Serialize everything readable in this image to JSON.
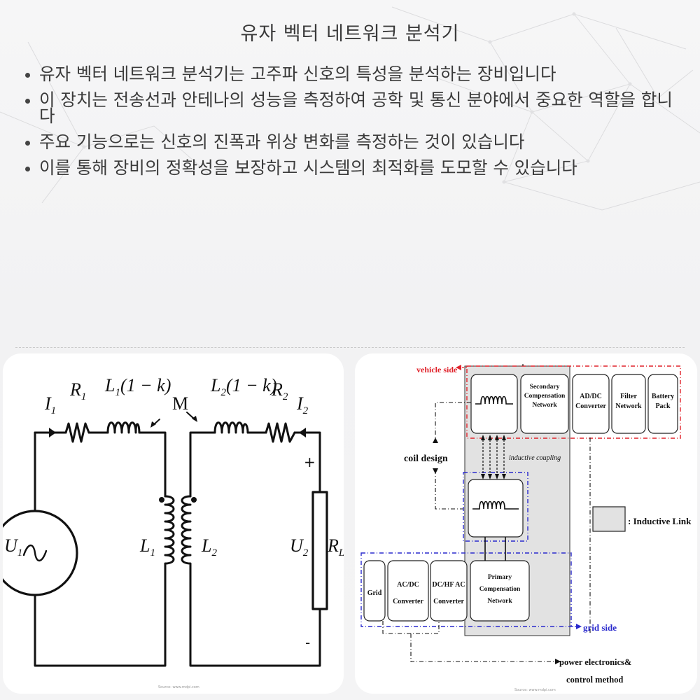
{
  "title": "유자 벡터 네트워크 분석기",
  "bullets": [
    "유자 벡터 네트워크 분석기는 고주파 신호의 특성을 분석하는 장비입니다",
    "이 장치는 전송선과 안테나의 성능을 측정하여 공학 및 통신 분야에서 중요한 역할을 합니다",
    "주요 기능으로는 신호의 진폭과 위상 변화를 측정하는 것이 있습니다",
    "이를 통해 장비의 정확성을 보장하고 시스템의 최적화를 도모할 수 있습니다"
  ],
  "circuit": {
    "i1_main": "I",
    "i1_sub": "1",
    "r1_main": "R",
    "r1_sub": "1",
    "l1k_main": "L",
    "l1k_sub": "1",
    "l1k_rest": "(1 − k)",
    "m": "M",
    "l2k_main": "L",
    "l2k_sub": "2",
    "l2k_rest": "(1 − k)",
    "r2_main": "R",
    "r2_sub": "2",
    "i2_main": "I",
    "i2_sub": "2",
    "u1_main": "U",
    "u1_sub": "1",
    "l1_main": "L",
    "l1_sub": "1",
    "l2_main": "L",
    "l2_sub": "2",
    "u2_main": "U",
    "u2_sub": "2",
    "rl_main": "R",
    "rl_sub": "L",
    "plus": "+",
    "minus": "-",
    "source": "Source: www.mdpi.com"
  },
  "block": {
    "vehicle_side": "vehicle side",
    "grid_side": "grid side",
    "coil_design": "coil design",
    "inductive_coupling": "inductive coupling",
    "inductive_link": ": Inductive Link",
    "secondary": [
      "Secondary",
      "Compensation",
      "Network"
    ],
    "adc": [
      "AD/DC",
      "Converter"
    ],
    "filter": [
      "Filter",
      "Network"
    ],
    "battery": [
      "Battery",
      "Pack"
    ],
    "grid": "Grid",
    "acdc": [
      "AC/DC",
      "Converter"
    ],
    "dchf": [
      "DC/HF AC",
      "Converter"
    ],
    "primary": [
      "Primary",
      "Compensation",
      "Network"
    ],
    "power_electronics": "power electronics&",
    "control_method": "control method",
    "source": "Source: www.mdpi.com"
  },
  "colors": {
    "vehicle_red": "#e0222a",
    "grid_blue": "#2a2acd",
    "text": "#3b3b3b"
  }
}
